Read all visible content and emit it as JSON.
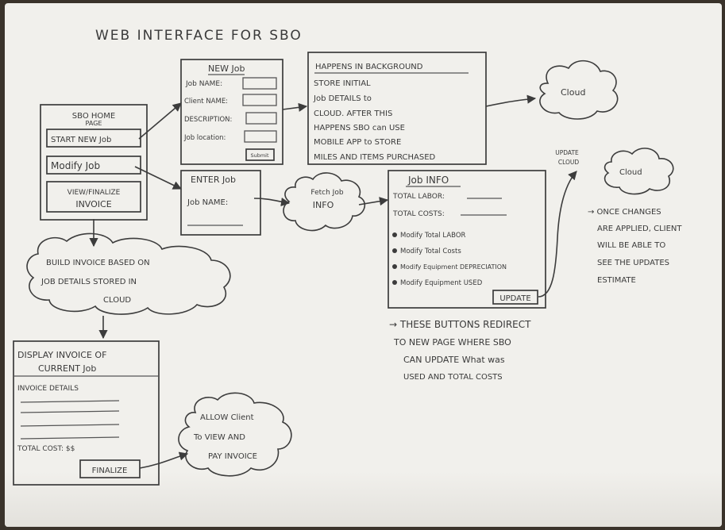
{
  "title": "WEB INTERFACE FOR SBO",
  "home_page": {
    "title_line1": "SBO HOME",
    "title_line2": "PAGE",
    "buttons": [
      "START NEW Job",
      "Modify Job",
      "VIEW/FINALIZE",
      "INVOICE"
    ]
  },
  "new_job": {
    "title": "NEW Job",
    "fields": [
      "Job NAME:",
      "Client NAME:",
      "DESCRIPTION:",
      "Job location:"
    ],
    "submit": "Submit"
  },
  "background": {
    "title": "HAPPENS IN BACKGROUND",
    "lines": [
      "STORE INITIAL",
      "Job DETAILS to",
      "CLOUD. AFTER THIS",
      "HAPPENS SBO can USE",
      "MOBILE APP to STORE",
      "MILES AND ITEMS PURCHASED"
    ]
  },
  "cloud_top": "Cloud",
  "enter_job": {
    "title": "ENTER Job",
    "field": "Job NAME:"
  },
  "fetch_job": [
    "Fetch Job",
    "INFO"
  ],
  "job_info": {
    "title": "Job INFO",
    "fields": [
      "TOTAL LABOR:",
      "TOTAL COSTS:"
    ],
    "items": [
      "Modify Total LABOR",
      "Modify Total Costs",
      "Modify Equipment DEPRECIATION",
      "Modify Equipment USED"
    ],
    "update_button": "UPDATE"
  },
  "update_cloud": [
    "UPDATE",
    "CLOUD"
  ],
  "cloud_right": "Cloud",
  "cloud_note": [
    "→ ONCE CHANGES",
    "ARE APPLIED, CLIENT",
    "WILL BE ABLE TO",
    "SEE THE UPDATES",
    "ESTIMATE"
  ],
  "buttons_note": [
    "→ THESE BUTTONS REDIRECT",
    "TO NEW PAGE WHERE SBO",
    "CAN UPDATE What was",
    "USED AND TOTAL COSTS"
  ],
  "build_invoice": [
    "BUILD INVOICE BASED ON",
    "JOB DETAILS STORED IN",
    "CLOUD"
  ],
  "display_invoice": {
    "title_line1": "DISPLAY INVOICE OF",
    "title_line2": "CURRENT Job",
    "details_label": "INVOICE DETAILS",
    "total_label": "TOTAL COST: $$",
    "finalize_button": "FINALIZE"
  },
  "allow_client": [
    "ALLOW Client",
    "To VIEW AND",
    "PAY INVOICE"
  ]
}
